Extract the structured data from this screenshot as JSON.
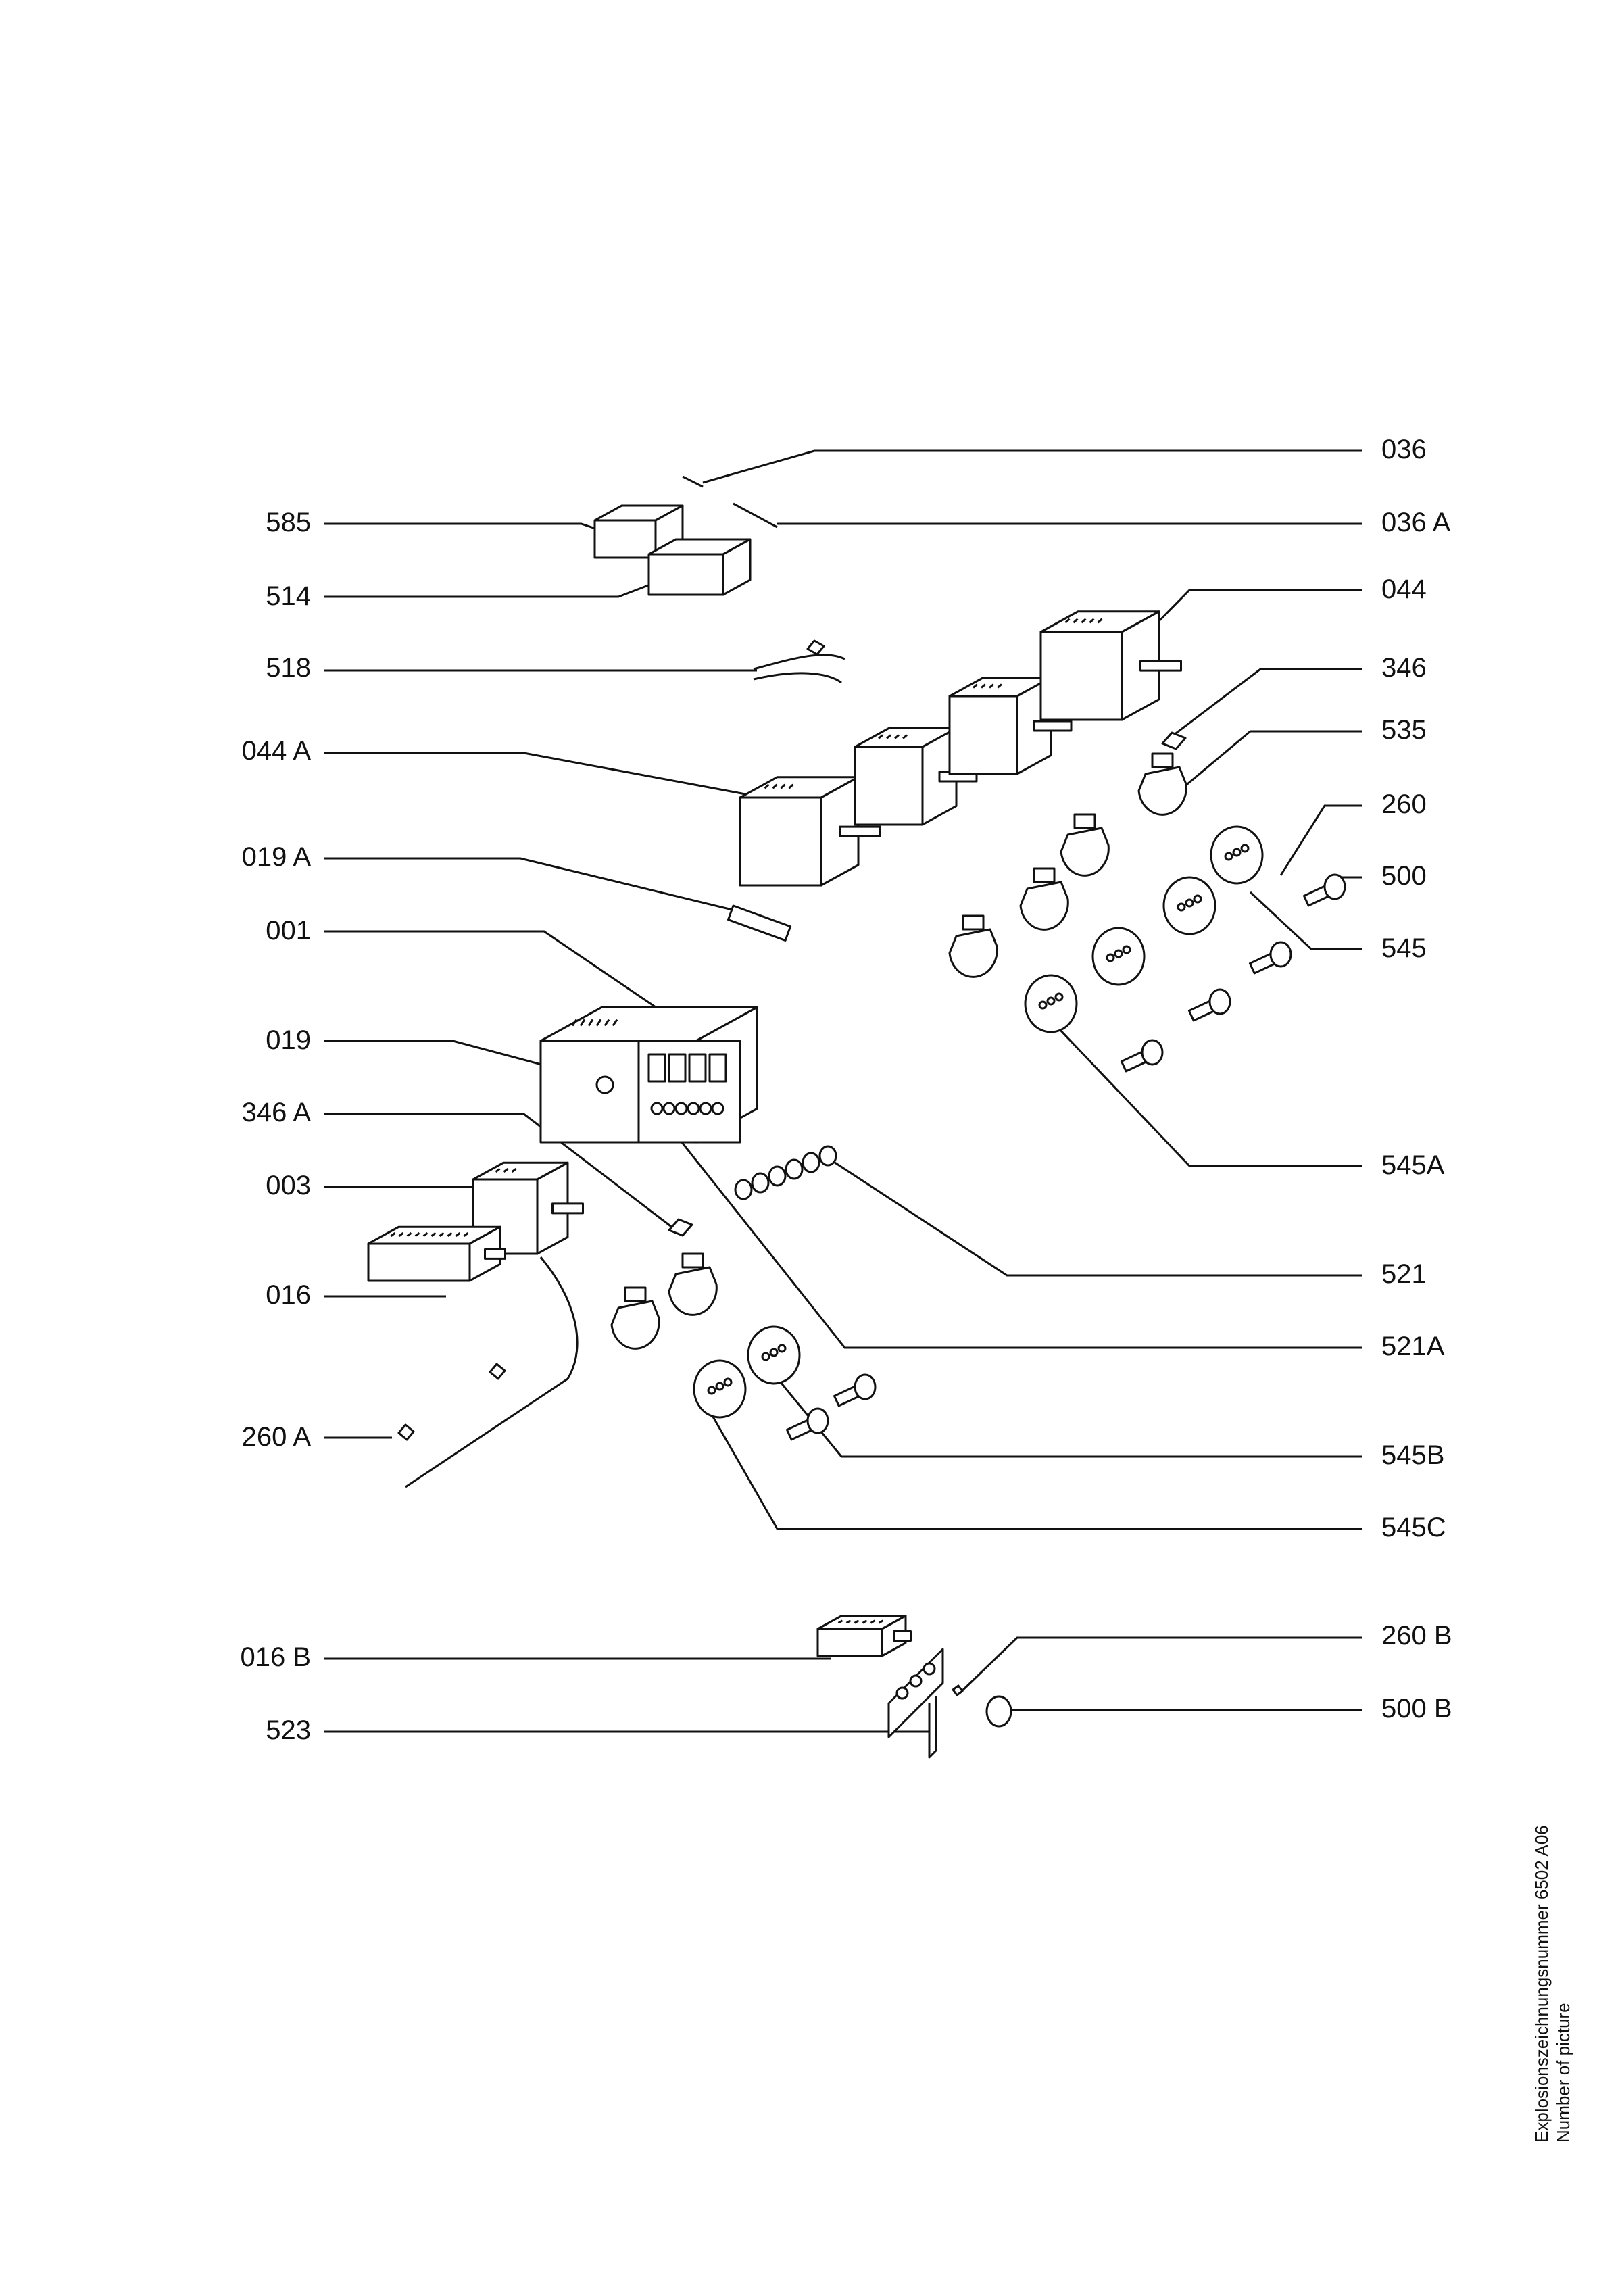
{
  "diagram": {
    "left_labels": [
      "585",
      "514",
      "518",
      "044 A",
      "019 A",
      "001",
      "019",
      "346 A",
      "003",
      "016",
      "260 A",
      "016 B",
      "523"
    ],
    "right_labels": [
      "036",
      "036 A",
      "044",
      "346",
      "535",
      "260",
      "500",
      "545",
      "545A",
      "521",
      "521A",
      "545B",
      "545C",
      "260 B",
      "500 B"
    ],
    "caption": {
      "line1": "Explosionszeichnungsnummer 6502 A06",
      "line2": "Number of picture"
    }
  }
}
